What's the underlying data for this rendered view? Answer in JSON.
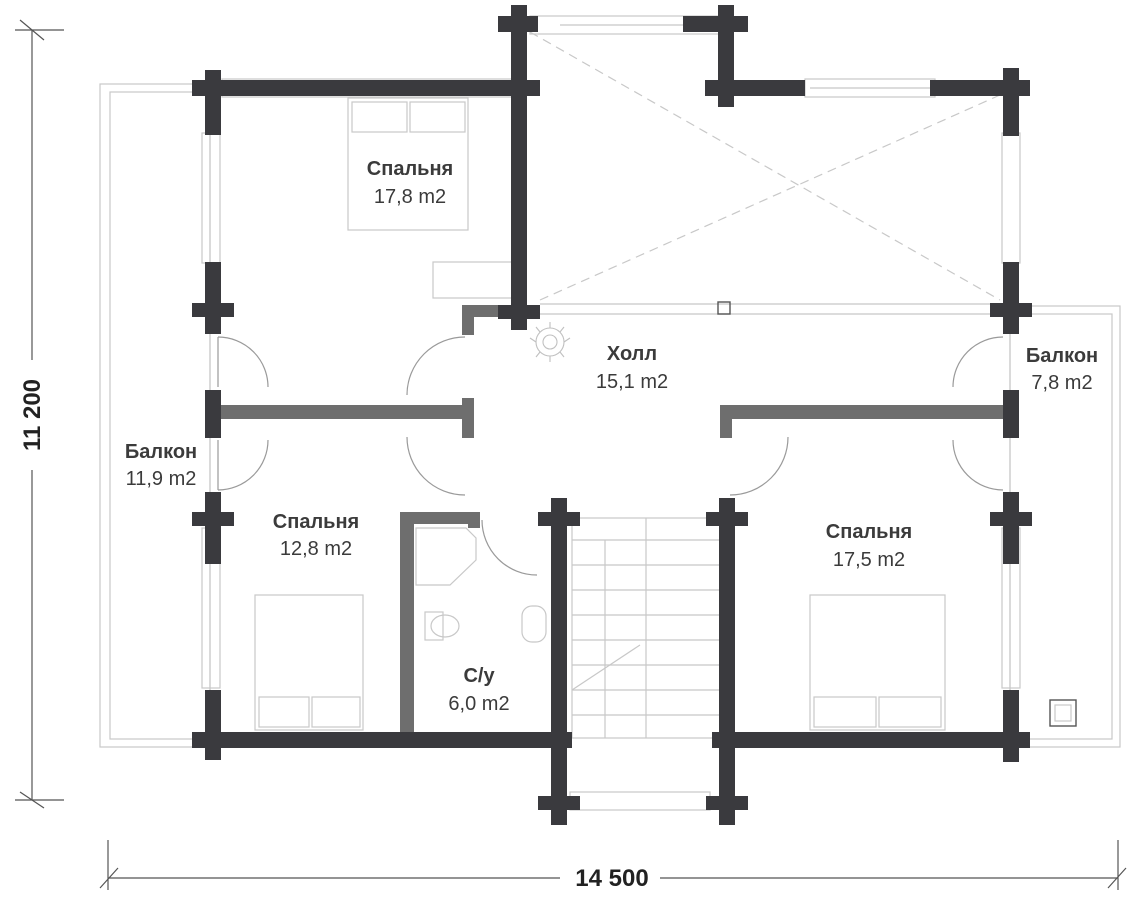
{
  "plan": {
    "rooms": {
      "bedroom_top": {
        "name": "Спальня",
        "area": "17,8 m2"
      },
      "hall": {
        "name": "Холл",
        "area": "15,1 m2"
      },
      "balcony_right": {
        "name": "Балкон",
        "area": "7,8 m2"
      },
      "balcony_left": {
        "name": "Балкон",
        "area": "11,9 m2"
      },
      "bedroom_left": {
        "name": "Спальня",
        "area": "12,8 m2"
      },
      "bedroom_right": {
        "name": "Спальня",
        "area": "17,5 m2"
      },
      "bathroom": {
        "name": "С/у",
        "area": "6,0 m2"
      }
    },
    "dimensions": {
      "width": "14 500",
      "height": "11 200"
    }
  }
}
